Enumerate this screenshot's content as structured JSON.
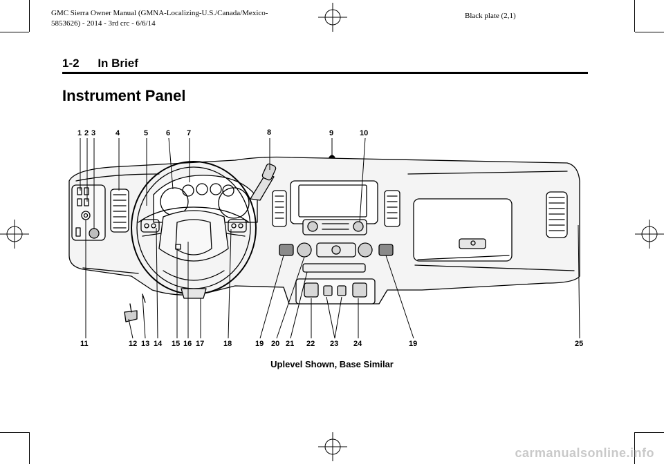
{
  "print_header": {
    "line1": "GMC Sierra Owner Manual (GMNA-Localizing-U.S./Canada/Mexico-",
    "line2": "5853626) - 2014 - 3rd crc - 6/6/14",
    "plate": "Black plate (2,1)"
  },
  "section": {
    "number": "1-2",
    "title": "In Brief"
  },
  "page_title": "Instrument Panel",
  "callouts_top": [
    "1",
    "2",
    "3",
    "4",
    "5",
    "6",
    "7",
    "8",
    "9",
    "10"
  ],
  "callouts_bottom": [
    "11",
    "12",
    "13",
    "14",
    "15",
    "16",
    "17",
    "18",
    "19",
    "20",
    "21",
    "22",
    "23",
    "24",
    "19",
    "25"
  ],
  "caption": "Uplevel Shown, Base Similar",
  "watermark": "carmanualsonline.info",
  "colors": {
    "line": "#000000",
    "panel_fill": "#f2f2f2",
    "dark_part": "#7a7a7a"
  }
}
